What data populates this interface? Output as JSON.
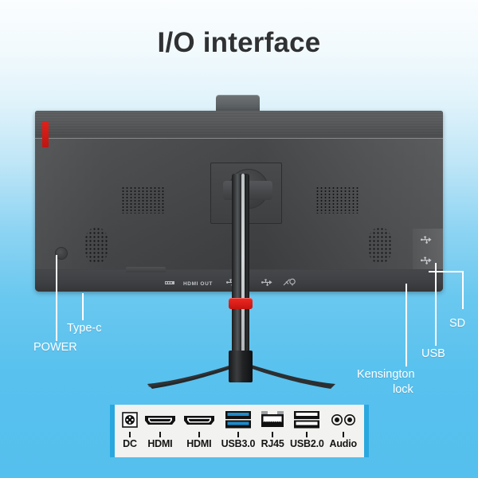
{
  "page": {
    "title": "I/O interface",
    "background_top_color": "#fbfdfe",
    "background_bottom_color": "#55bfed"
  },
  "device": {
    "name": "monitor-rear-view",
    "body_color": "#414345",
    "accent_color": "#e41f19",
    "stand_accent_color": "#ef2a22",
    "bezel_icons": [
      {
        "name": "dc-power-icon",
        "label": ""
      },
      {
        "name": "hdmi-out-icon",
        "label": "HDMI OUT"
      },
      {
        "name": "usb-icon-1",
        "label": ""
      },
      {
        "name": "usb-icon-2",
        "label": ""
      },
      {
        "name": "audio-mic-icon",
        "label": ""
      }
    ],
    "side_icons": [
      {
        "name": "usb-side-icon-1",
        "label": ""
      },
      {
        "name": "usb-side-icon-2",
        "label": ""
      }
    ]
  },
  "callouts": [
    {
      "id": "type-c",
      "label": "Type-c"
    },
    {
      "id": "power",
      "label": "POWER"
    },
    {
      "id": "sd",
      "label": "SD"
    },
    {
      "id": "usb",
      "label": "USB"
    },
    {
      "id": "kensington-1",
      "label": "Kensington"
    },
    {
      "id": "kensington-2",
      "label": "lock"
    }
  ],
  "legend": {
    "accent_color": "#29a8e0",
    "background_color": "#f2f2f0",
    "ports": [
      {
        "icon": "dc-jack-icon",
        "label": "DC"
      },
      {
        "icon": "hdmi-port-icon",
        "label": "HDMI"
      },
      {
        "icon": "hdmi-port-icon",
        "label": "HDMI"
      },
      {
        "icon": "usb3-port-icon",
        "label": "USB3.0"
      },
      {
        "icon": "rj45-port-icon",
        "label": "RJ45"
      },
      {
        "icon": "usb2-port-icon",
        "label": "USB2.0"
      },
      {
        "icon": "audio-jack-icon",
        "label": "Audio"
      }
    ]
  }
}
